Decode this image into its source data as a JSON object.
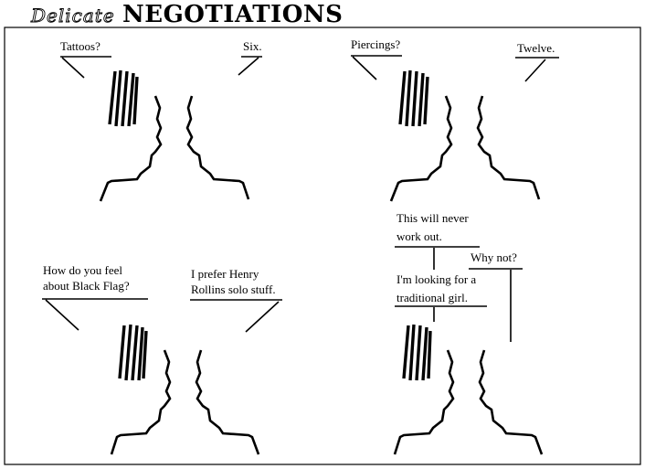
{
  "title": {
    "script_word": "Delicate",
    "bold_word": "NEGOTIATIONS"
  },
  "panels": [
    {
      "lines": [
        {
          "text": [
            "Tattoos?"
          ]
        },
        {
          "text": [
            "Six."
          ]
        }
      ]
    },
    {
      "lines": [
        {
          "text": [
            "Piercings?"
          ]
        },
        {
          "text": [
            "Twelve."
          ]
        }
      ]
    },
    {
      "lines": [
        {
          "text": [
            "How do you feel",
            "about Black Flag?"
          ]
        },
        {
          "text": [
            "I prefer Henry",
            "Rollins solo stuff."
          ]
        }
      ]
    },
    {
      "lines": [
        {
          "text": [
            "This will never",
            "work out."
          ]
        },
        {
          "text": [
            "Why not?"
          ]
        },
        {
          "text": [
            "I'm looking for a",
            "traditional girl."
          ]
        }
      ]
    }
  ]
}
